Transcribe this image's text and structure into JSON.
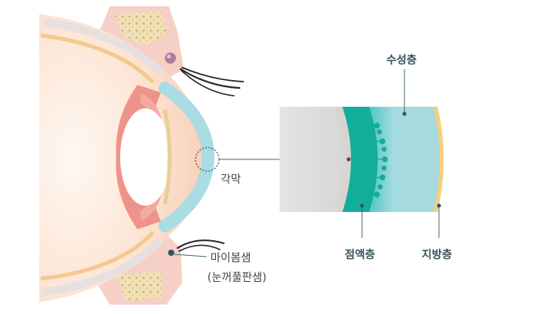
{
  "labels": {
    "cornea": "각막",
    "meibomian_gland": "마이봄샘",
    "meibomian_gland_sub": "(눈꺼풀판샘)",
    "aqueous_layer": "수성층",
    "mucin_layer": "점액층",
    "lipid_layer": "지방층"
  },
  "colors": {
    "cornea": "#a9dce3",
    "aqueous": "#a7dbe0",
    "mucin": "#12ad9b",
    "lipid": "#f7cf7a",
    "epithelium": "#d8d5d1",
    "skin": "#f6cfc6",
    "iris": "#ee9389",
    "leader": "#3e6b72"
  }
}
